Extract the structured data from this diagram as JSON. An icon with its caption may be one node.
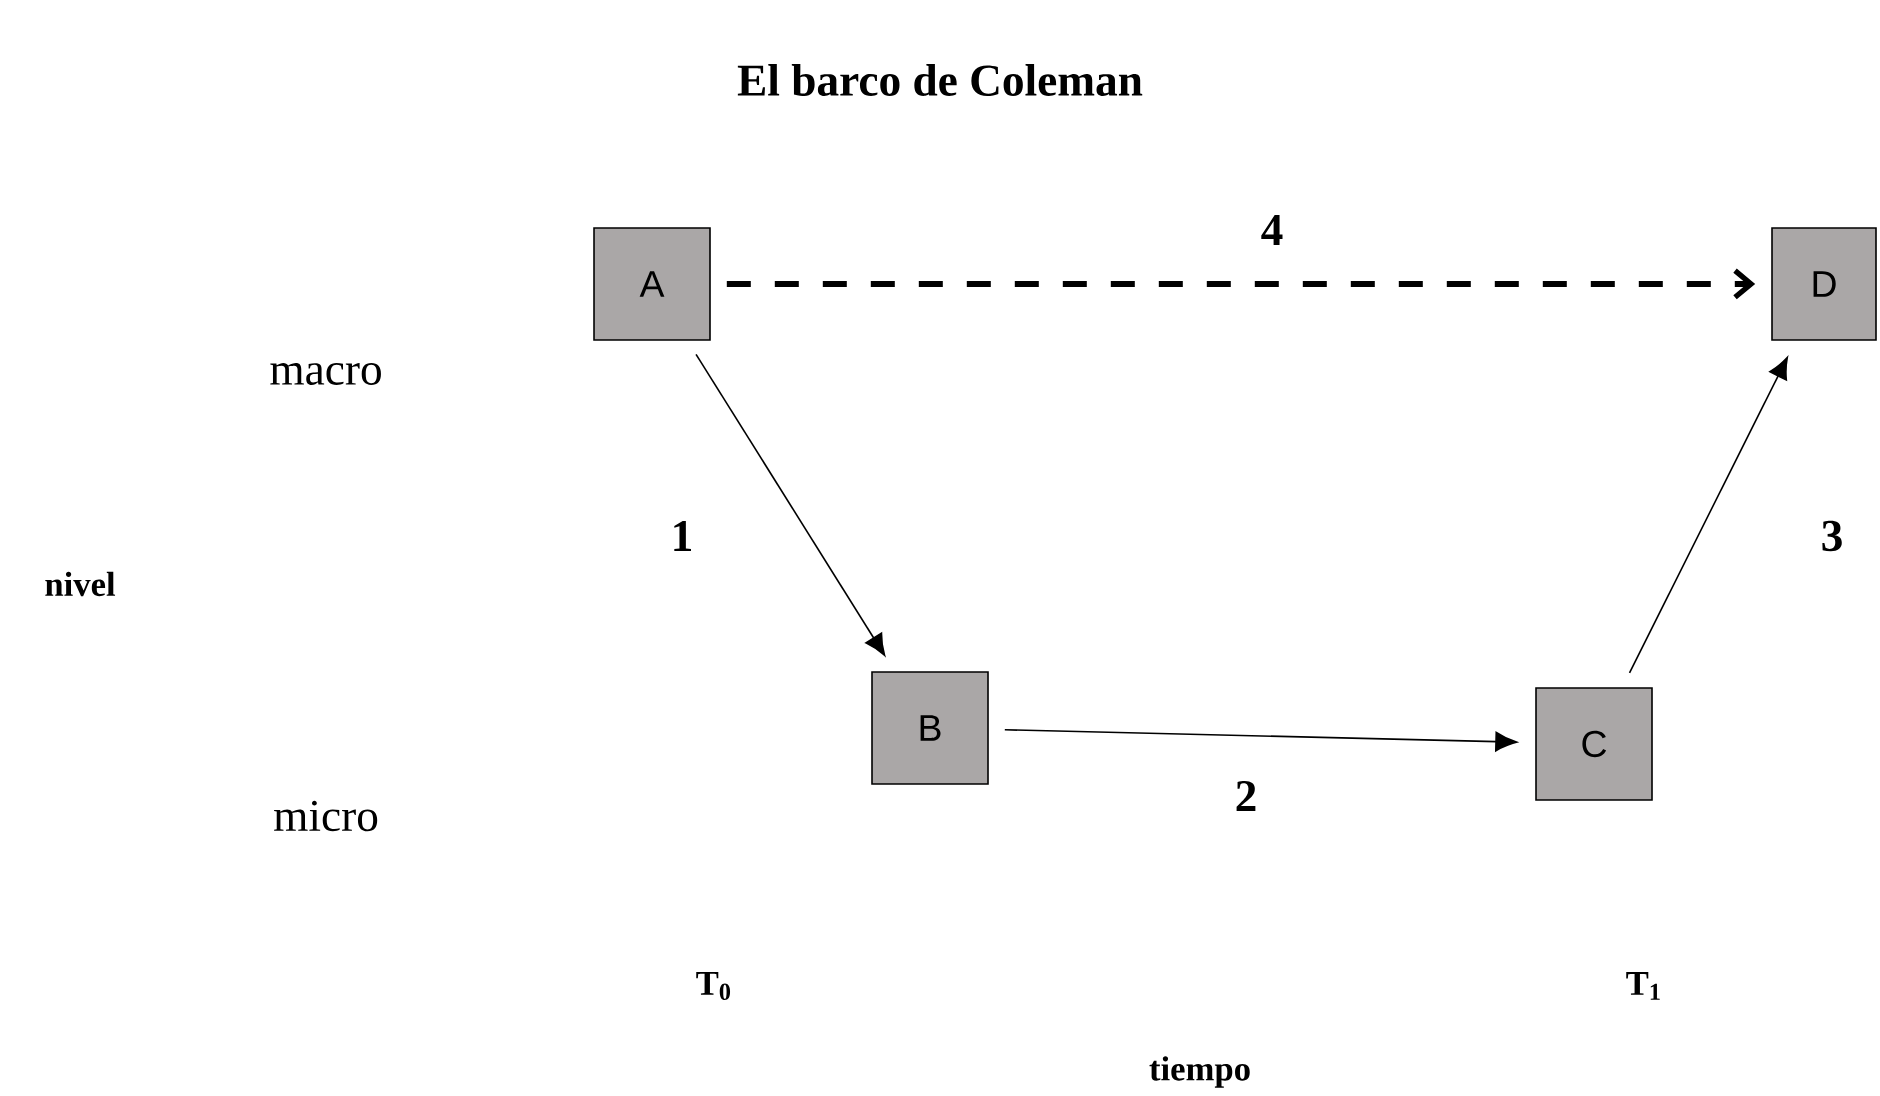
{
  "diagram": {
    "title": "El barco de Coleman",
    "nodes": [
      {
        "text": [
          "A"
        ]
      },
      {
        "text": [
          "B"
        ]
      },
      {
        "text": [
          "C"
        ]
      },
      {
        "text": [
          "D"
        ]
      }
    ],
    "edges": [
      {
        "from": 0,
        "to": 1,
        "arrow": "to",
        "label": "1"
      },
      {
        "from": 1,
        "to": 2,
        "arrow": "to",
        "label": "2"
      },
      {
        "from": 2,
        "to": 3,
        "arrow": "to",
        "label": "3"
      },
      {
        "from": 0,
        "to": 3,
        "arrow": "to",
        "label": "4",
        "style": "dashed"
      }
    ],
    "labels": [
      "macro",
      "nivel",
      "micro",
      "T$_{0}$",
      "T$_{1}$",
      "tiempo"
    ]
  }
}
